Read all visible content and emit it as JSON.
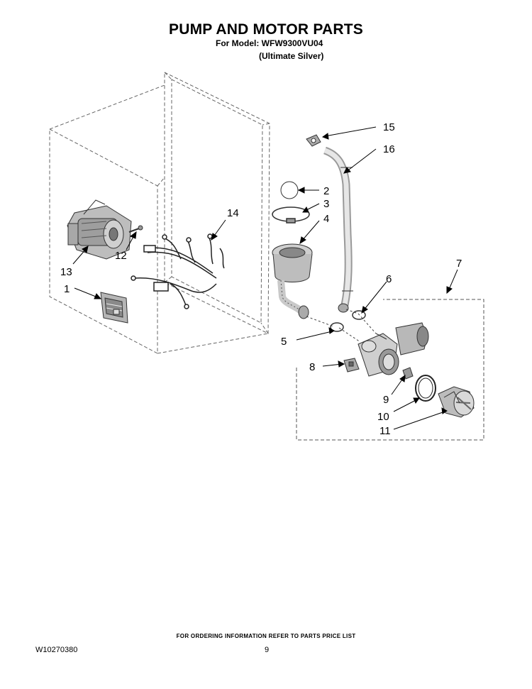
{
  "header": {
    "title": "PUMP AND MOTOR PARTS",
    "model_line": "For Model: WFW9300VU04",
    "color_line": "(Ultimate Silver)"
  },
  "callouts": {
    "c1": "1",
    "c2": "2",
    "c3": "3",
    "c4": "4",
    "c5": "5",
    "c6": "6",
    "c7": "7",
    "c8": "8",
    "c9": "9",
    "c10": "10",
    "c11": "11",
    "c12": "12",
    "c13": "13",
    "c14": "14",
    "c15": "15",
    "c16": "16"
  },
  "footer": {
    "ordering_note": "FOR ORDERING INFORMATION REFER TO PARTS PRICE LIST",
    "doc_number": "W10270380",
    "page_number": "9"
  }
}
